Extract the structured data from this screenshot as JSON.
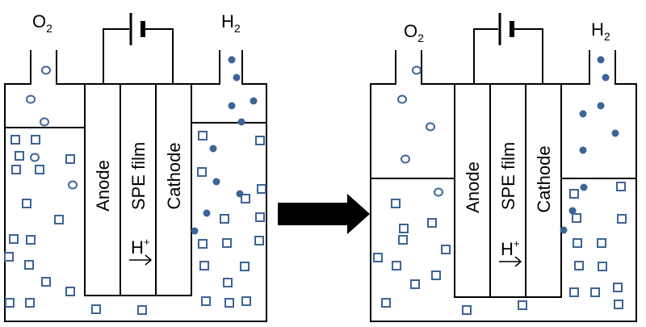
{
  "colors": {
    "bubble": "#3c6496",
    "line": "#000000",
    "arrow": "#000000"
  },
  "cells": [
    {
      "o2_label": "O",
      "o2_sub": "2",
      "h2_label": "H",
      "h2_sub": "2",
      "anode_label": "Anode",
      "spe_label": "SPE film",
      "cathode_label": "Cathode",
      "proton_label": "H",
      "proton_sup": "+"
    },
    {
      "o2_label": "O",
      "o2_sub": "2",
      "h2_label": "H",
      "h2_sub": "2",
      "anode_label": "Anode",
      "spe_label": "SPE film",
      "cathode_label": "Cathode",
      "proton_label": "H",
      "proton_sup": "+"
    }
  ],
  "transition_icon": "right-arrow-icon"
}
